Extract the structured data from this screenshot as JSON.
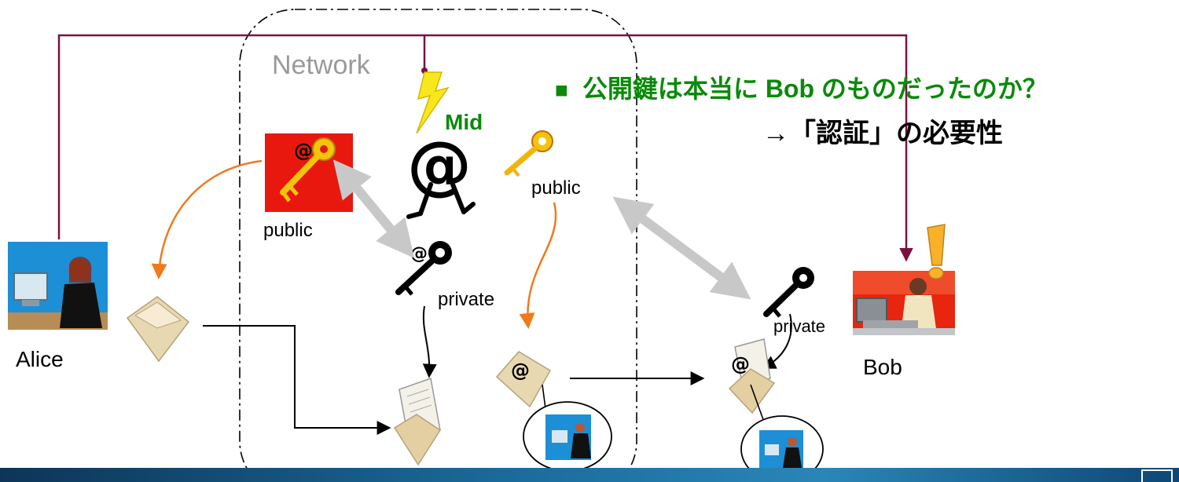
{
  "network": {
    "title": "Network"
  },
  "middleman": {
    "label": "Mid"
  },
  "question": {
    "bullet": "■",
    "text": "公開鍵は本当に Bob のものだったのか？"
  },
  "conclusion": {
    "text": "→「認証」の必要性"
  },
  "keys": {
    "left_public": "public",
    "center_public": "public",
    "center_private": "private",
    "bob_private": "private"
  },
  "people": {
    "alice": "Alice",
    "bob": "Bob"
  },
  "colors": {
    "wire": "#7b1040",
    "orange_arrow": "#f07a1e",
    "grey_arrow": "#c8c8c8",
    "green_text": "#0a8a0a",
    "network_border": "#000000"
  }
}
